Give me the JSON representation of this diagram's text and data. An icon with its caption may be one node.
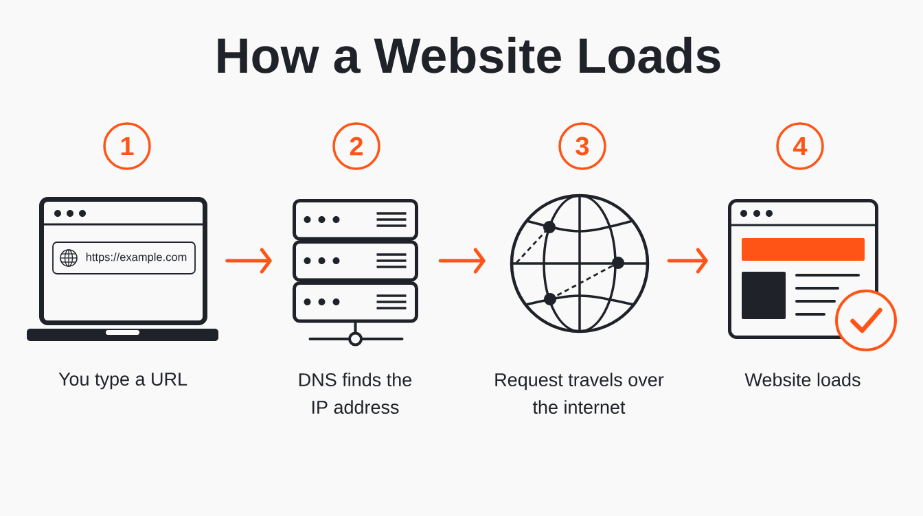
{
  "diagram": {
    "title": "How a Website Loads",
    "nodes": [
      {
        "text": [
          "1"
        ]
      },
      {
        "text": [
          "2"
        ]
      },
      {
        "text": [
          "3"
        ]
      },
      {
        "text": [
          "4"
        ]
      },
      {
        "text": [],
        "shape": "picture",
        "beside": [
          "You type a URL"
        ]
      },
      {
        "text": [
          "https://example.com"
        ],
        "in": 4
      },
      {
        "text": [],
        "shape": "picture",
        "beside": [
          "DNS finds the IP address"
        ]
      },
      {
        "text": [],
        "shape": "picture",
        "beside": [
          "Request travels over the internet"
        ]
      },
      {
        "text": [],
        "shape": "picture",
        "beside": [
          "Website loads"
        ]
      }
    ],
    "edges": [
      {
        "from": 4,
        "to": 6,
        "arrow": "to"
      },
      {
        "from": 6,
        "to": 7,
        "arrow": "to"
      },
      {
        "from": 7,
        "to": 8,
        "arrow": "to"
      }
    ]
  }
}
